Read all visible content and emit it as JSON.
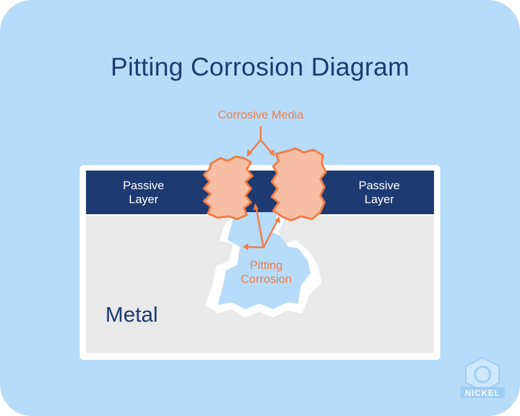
{
  "title": "Pitting Corrosion Diagram",
  "labels": {
    "corrosive_media": "Corrosive Media",
    "passive_layer_left": [
      "Passive",
      "Layer"
    ],
    "passive_layer_right": [
      "Passive",
      "Layer"
    ],
    "pitting_corrosion": [
      "Pitting",
      "Corrosion"
    ],
    "metal": "Metal"
  },
  "logo": {
    "text": "NICKEL"
  },
  "colors": {
    "background": "#b7dcfa",
    "title": "#1e3a72",
    "passive_layer": "#1e3a72",
    "metal": "#e9e9e9",
    "corrosive_media_fill": "#f7bea4",
    "accent_orange": "#ef7d45",
    "pit_fill": "#b7dcfa"
  }
}
